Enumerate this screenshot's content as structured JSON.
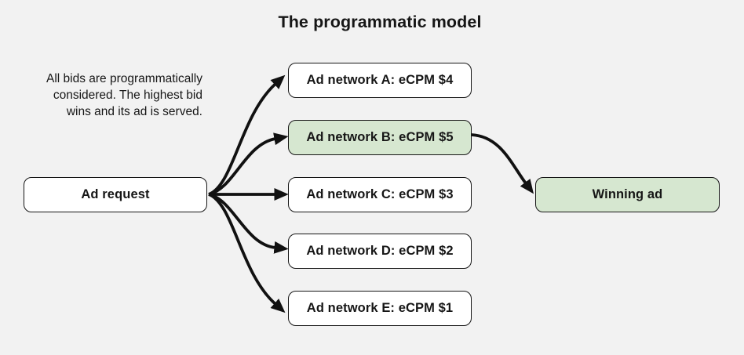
{
  "title": "The programmatic model",
  "description": [
    "All bids are programmatically",
    "considered. The highest bid",
    "wins and its ad is served."
  ],
  "nodes": {
    "ad_request": {
      "label": "Ad request",
      "highlighted": false
    },
    "network_a": {
      "label": "Ad network A: eCPM $4",
      "highlighted": false
    },
    "network_b": {
      "label": "Ad network B: eCPM $5",
      "highlighted": true
    },
    "network_c": {
      "label": "Ad network C: eCPM $3",
      "highlighted": false
    },
    "network_d": {
      "label": "Ad network D: eCPM $2",
      "highlighted": false
    },
    "network_e": {
      "label": "Ad network E: eCPM $1",
      "highlighted": false
    },
    "winning_ad": {
      "label": "Winning ad",
      "highlighted": true
    }
  },
  "edges": [
    {
      "from": "ad_request",
      "to": "network_a"
    },
    {
      "from": "ad_request",
      "to": "network_b"
    },
    {
      "from": "ad_request",
      "to": "network_c"
    },
    {
      "from": "ad_request",
      "to": "network_d"
    },
    {
      "from": "ad_request",
      "to": "network_e"
    },
    {
      "from": "network_b",
      "to": "winning_ad"
    }
  ],
  "colors": {
    "background": "#f2f2f2",
    "box_fill": "#ffffff",
    "highlight_fill": "#d6e7d0",
    "border": "#161616",
    "arrow": "#111111",
    "text": "#161616"
  }
}
